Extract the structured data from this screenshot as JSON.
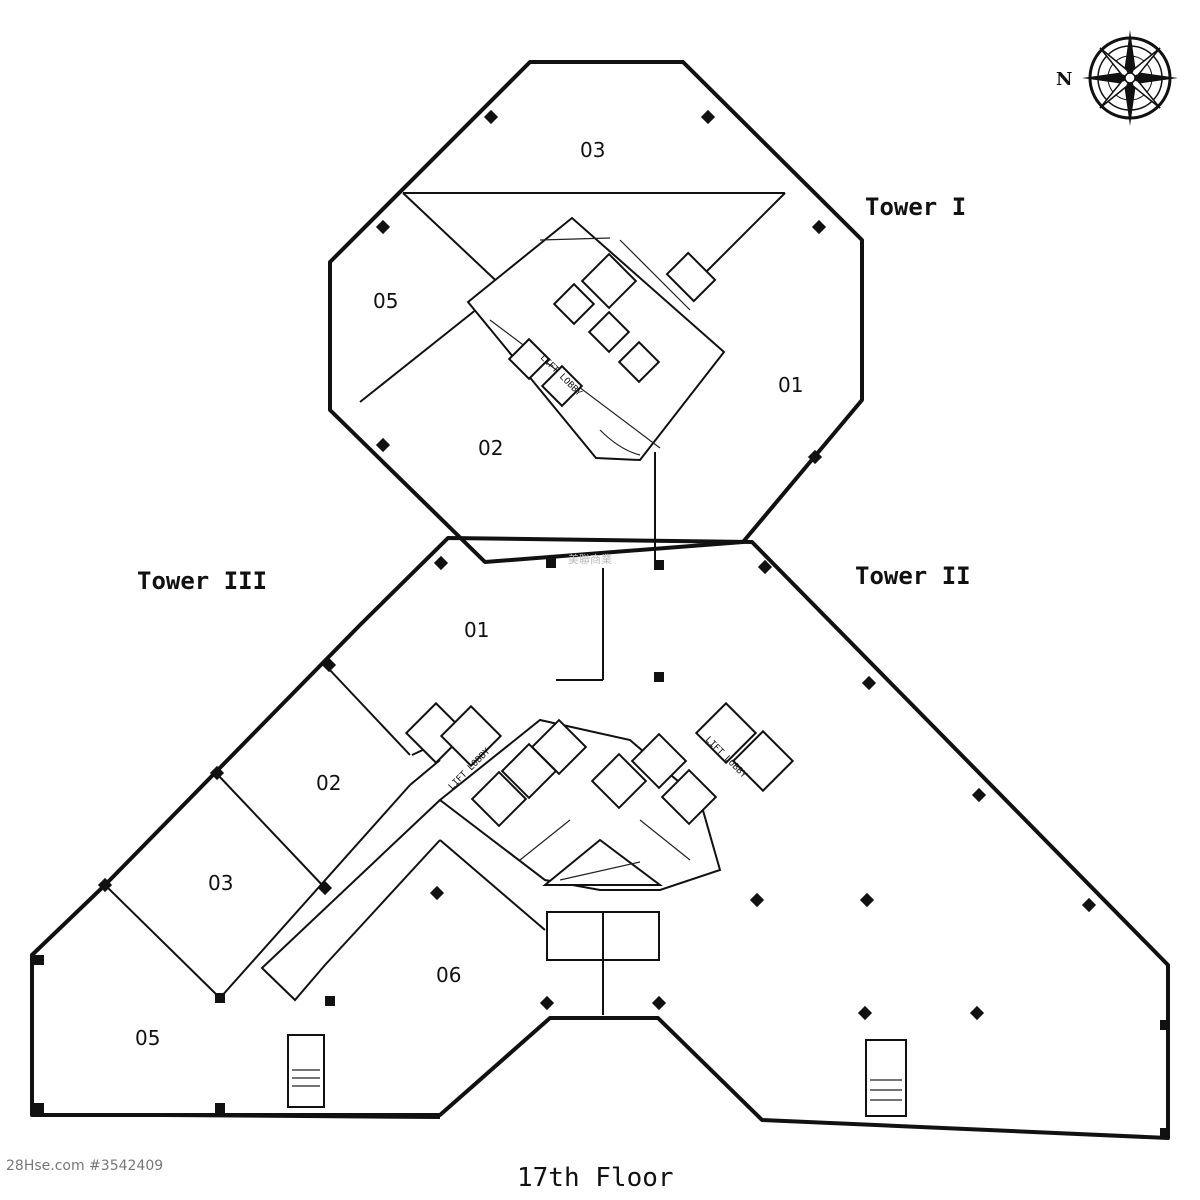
{
  "compass": {
    "north_label": "N"
  },
  "towers": {
    "t1": "Tower I",
    "t2": "Tower II",
    "t3": "Tower III"
  },
  "tower1_units": {
    "u01": "01",
    "u02": "02",
    "u03": "03",
    "u05": "05"
  },
  "lower_units": {
    "u01": "01",
    "u02": "02",
    "u03": "03",
    "u05": "05",
    "u06": "06"
  },
  "lobbies": {
    "lift_lobby": "LIFT LOBBY"
  },
  "floor_label": "17th Floor",
  "watermark": "美聯商業",
  "credit": "28Hse.com #3542409"
}
